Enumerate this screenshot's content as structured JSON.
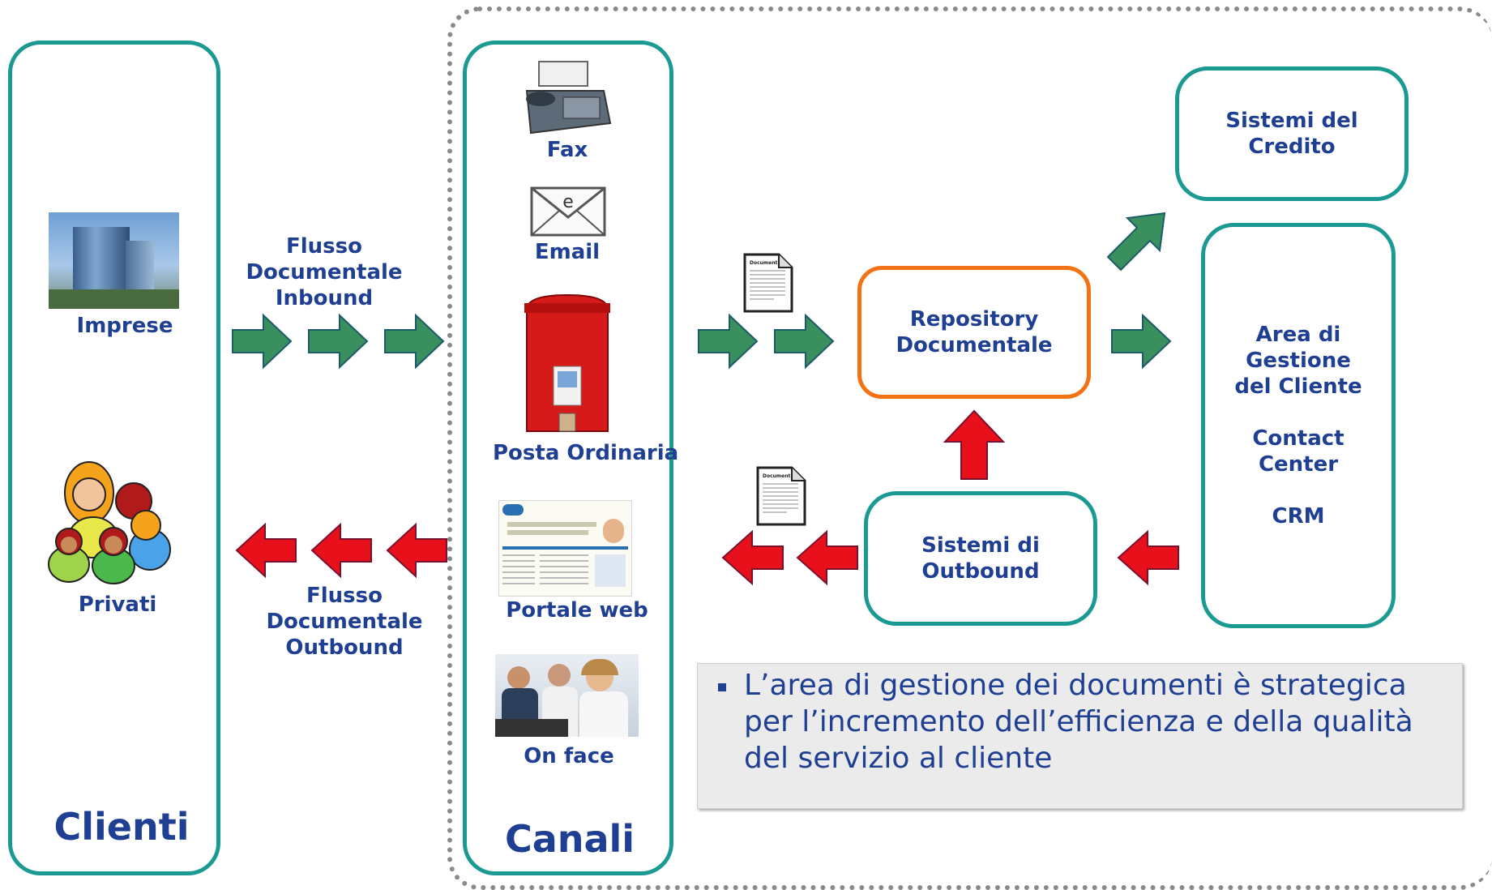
{
  "clienti": {
    "title": "Clienti",
    "imprese_label": "Imprese",
    "privati_label": "Privati"
  },
  "canali": {
    "title": "Canali",
    "items": [
      {
        "label": "Fax",
        "icon": "fax-icon"
      },
      {
        "label": "Email",
        "icon": "email-envelope-icon"
      },
      {
        "label": "Posta Ordinaria",
        "icon": "postbox-icon"
      },
      {
        "label": "Portale web",
        "icon": "web-portal-icon"
      },
      {
        "label": "On face",
        "icon": "office-people-icon"
      }
    ]
  },
  "flows": {
    "inbound": "Flusso\nDocumentale\nInbound",
    "outbound": "Flusso\nDocumentale\nOutbound"
  },
  "boxes": {
    "repository": "Repository\nDocumentale",
    "sistemi_credito": "Sistemi del\nCredito",
    "area_cliente": "Area di\nGestione\ndel Cliente\n\nContact\nCenter\n\nCRM",
    "sistemi_outbound": "Sistemi di\nOutbound"
  },
  "document_icon_label": "Document",
  "note": {
    "text": "L’area di gestione dei documenti è strategica per l’incremento dell’efficienza e della qualità del servizio al cliente"
  },
  "colors": {
    "teal": "#1a9a93",
    "orange": "#f47216",
    "navy": "#1f3f93",
    "arrow_green": "#3a8f5e",
    "arrow_red": "#e8101a"
  }
}
